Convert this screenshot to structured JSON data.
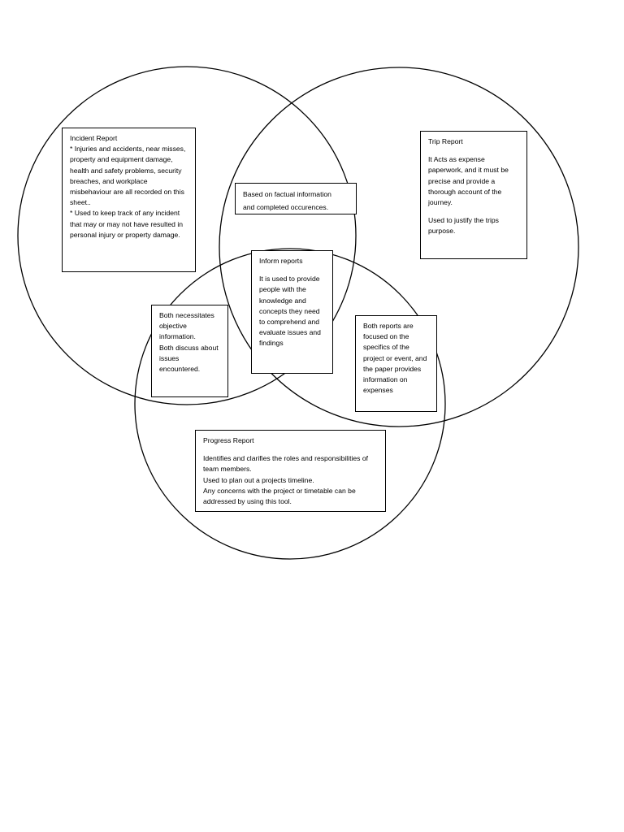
{
  "incident": {
    "title": "Incident Report",
    "bullet1": "* Injuries and accidents, near misses, property and equipment damage, health and safety problems, security breaches, and workplace misbehaviour are all recorded on this sheet..",
    "bullet2": "* Used to keep track of any incident that may or may not have resulted in personal injury or property damage."
  },
  "trip": {
    "title": "Trip Report",
    "text1": "It Acts as expense paperwork, and it must be precise and provide a thorough account of the journey.",
    "text2": "Used to justify the trips purpose."
  },
  "factual": {
    "line1": "Based on factual information",
    "line2": "and completed occurences."
  },
  "inform": {
    "title": "Inform reports",
    "text": "It is used to provide people with the knowledge and concepts they need to comprehend and evaluate issues and findings"
  },
  "objective": {
    "text1": "Both necessitates objective information.",
    "text2": "Both discuss about issues encountered."
  },
  "expenses": {
    "text": "Both reports are focused on the specifics of the project or event, and the paper provides information on expenses"
  },
  "progress": {
    "title": "Progress Report",
    "line1": "Identifies and clarifies the roles and responsibilities of team members.",
    "line2": "Used to plan out a projects timeline.",
    "line3": "Any concerns with the project or timetable can be addressed by using this tool."
  },
  "colors": {
    "stroke": "#000000",
    "background": "#ffffff"
  }
}
